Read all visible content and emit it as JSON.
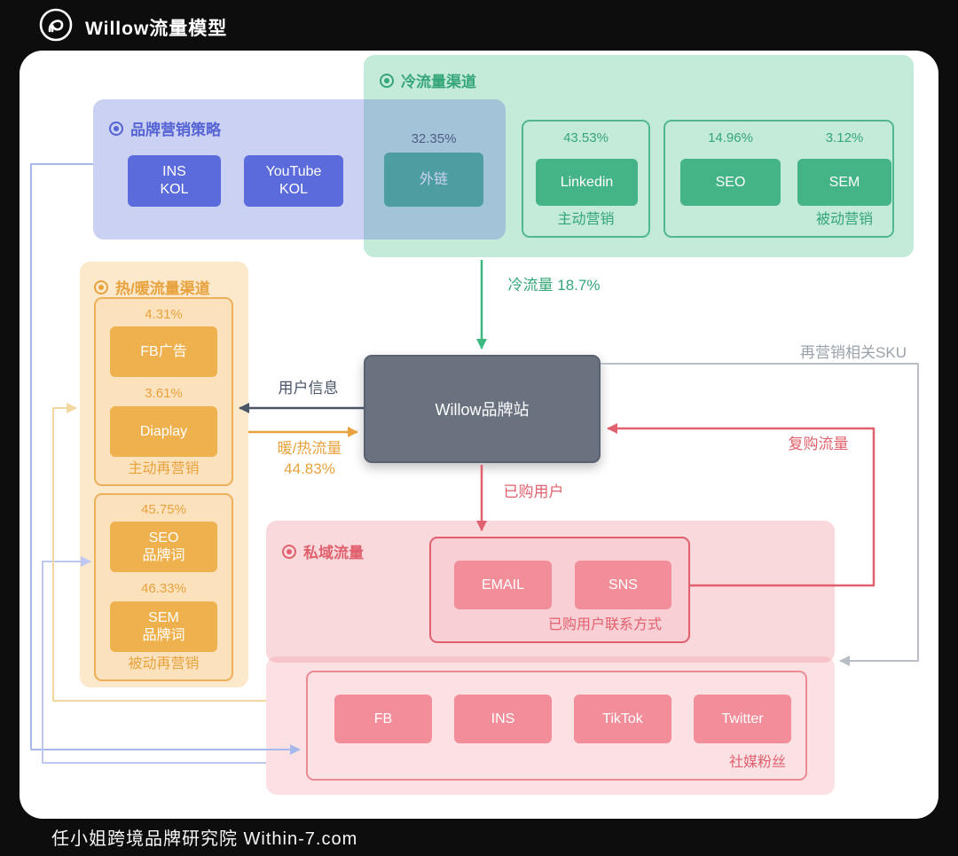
{
  "header": {
    "title": "Willow流量模型"
  },
  "footer": {
    "text": "任小姐跨境品牌研究院  Within-7.com"
  },
  "colors": {
    "green": "#35a678",
    "blue": "#5b6bdb",
    "orange": "#e8a23d",
    "red": "#e0606d",
    "pink": "#f28e99",
    "slate": "#4a5568",
    "gray": "#9aa2ab",
    "center_node": "#6a7280",
    "background": "#0d0d0d"
  },
  "center": {
    "label": "Willow品牌站"
  },
  "panels": {
    "brand": {
      "title": "品牌营销策略",
      "boxes": [
        {
          "label": "INS\nKOL"
        },
        {
          "label": "YouTube\nKOL"
        }
      ]
    },
    "cold": {
      "title": "冷流量渠道",
      "external": {
        "pct": "32.35%",
        "label": "外链"
      },
      "active": {
        "caption": "主动营销",
        "boxes": [
          {
            "pct": "43.53%",
            "label": "Linkedin"
          }
        ]
      },
      "passive": {
        "caption": "被动营销",
        "boxes": [
          {
            "pct": "14.96%",
            "label": "SEO"
          },
          {
            "pct": "3.12%",
            "label": "SEM"
          }
        ]
      }
    },
    "warm": {
      "title": "热/暖流量渠道",
      "active": {
        "caption": "主动再营销",
        "boxes": [
          {
            "pct": "4.31%",
            "label": "FB广告"
          },
          {
            "pct": "3.61%",
            "label": "Diaplay"
          }
        ]
      },
      "passive": {
        "caption": "被动再营销",
        "boxes": [
          {
            "pct": "45.75%",
            "label": "SEO\n品牌词"
          },
          {
            "pct": "46.33%",
            "label": "SEM\n品牌词"
          }
        ]
      }
    },
    "private": {
      "title": "私域流量",
      "contact": {
        "caption": "已购用户联系方式",
        "boxes": [
          {
            "label": "EMAIL"
          },
          {
            "label": "SNS"
          }
        ]
      },
      "social": {
        "caption": "社媒粉丝",
        "boxes": [
          {
            "label": "FB"
          },
          {
            "label": "INS"
          },
          {
            "label": "TikTok"
          },
          {
            "label": "Twitter"
          }
        ]
      }
    }
  },
  "edges": {
    "cold_flow": "冷流量 18.7%",
    "user_info": "用户信息",
    "warm_flow": "暖/热流量\n44.83%",
    "purchased_users": "已购用户",
    "repurchase_flow": "复购流量",
    "remarketing_sku": "再营销相关SKU"
  }
}
